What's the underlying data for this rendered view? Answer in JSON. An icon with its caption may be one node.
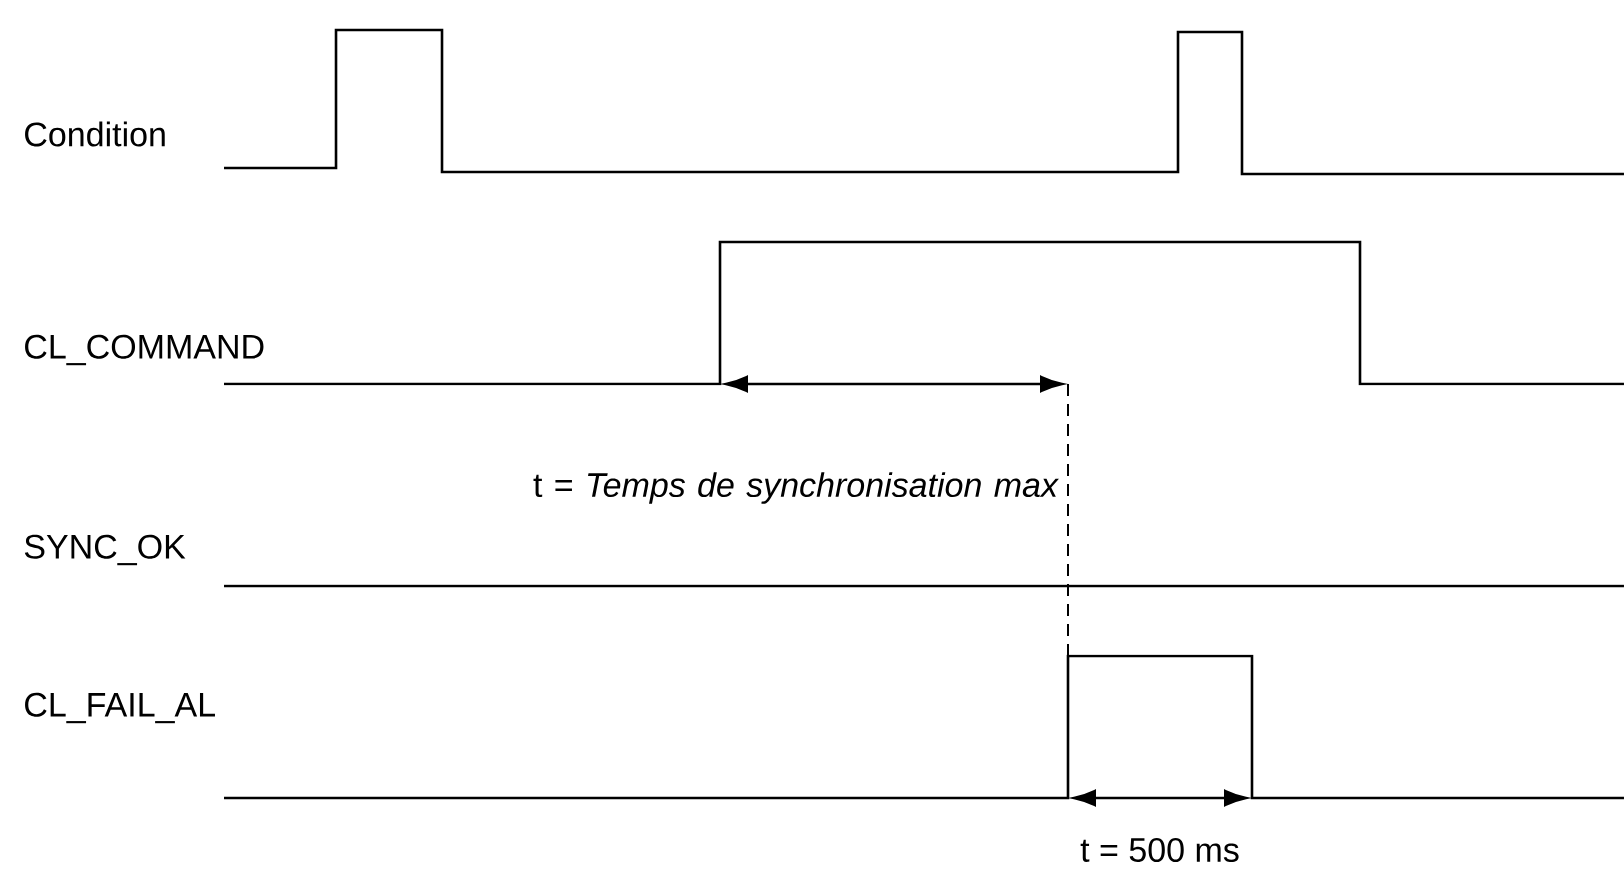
{
  "diagram": {
    "labels": [
      "Condition",
      "CL_COMMAND",
      "t = *Temps de synchronisation max*",
      "SYNC_OK",
      "CL_FAIL_AL",
      "t = 500 ms"
    ]
  }
}
